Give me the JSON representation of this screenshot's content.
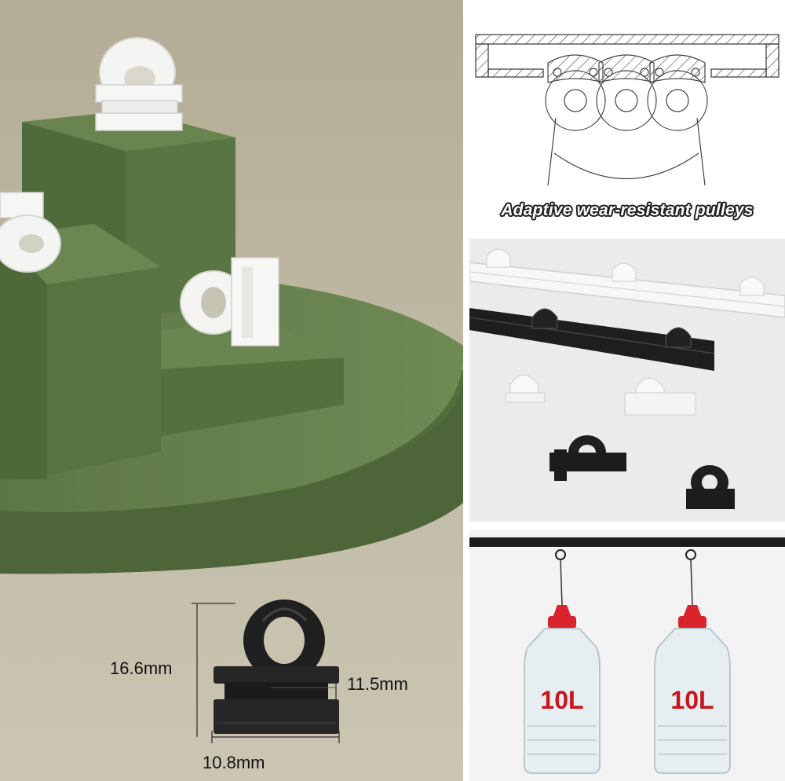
{
  "dimensions": {
    "height_label": "16.6mm",
    "depth_label": "11.5mm",
    "width_label": "10.8mm"
  },
  "pulley_caption": "Adaptive wear-resistant pulleys",
  "bottles": [
    {
      "volume_label": "10L"
    },
    {
      "volume_label": "10L"
    }
  ],
  "colors": {
    "backdrop": "#b9b39d",
    "podium_green": "#5f7a48",
    "hook_white": "#f4f4f2",
    "hook_black": "#1e1e1e",
    "bottle_cap": "#d8242a",
    "volume_text": "#c9141c"
  }
}
